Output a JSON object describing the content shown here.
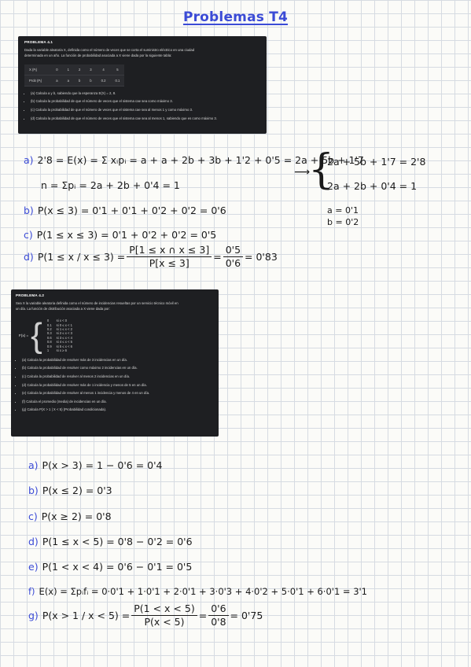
{
  "title": "Problemas T4",
  "p41": {
    "header": "PROBLEMA 4.1",
    "intro": [
      "Dada la variable aleatoria X, definida como el número de veces que se corta el suministro eléctrico en una ciudad",
      "determinada en un año. La función de probabilidad asociada a X viene dada por la siguiente tabla:"
    ],
    "table": {
      "row1": [
        "X (Pᵢ)",
        "0",
        "1",
        "2",
        "3",
        "4",
        "5"
      ],
      "row2": [
        "Prob (Pᵢ)",
        "a",
        "a",
        "b",
        "b",
        "0.2",
        "0.1"
      ]
    },
    "items": [
      "(a) Calcula a y b, sabiendo que la esperanza E(X) = 2, 8.",
      "(b) Calcula la probabilidad de que el número de veces que el sistema cae sea como máximo 3.",
      "(c) Calcula la probabilidad de que el número de veces que el sistema cae sea al menos 1 y como máximo 3.",
      "(d) Calcula la probabilidad de que el número de veces que el sistema cae sea al menos 1, sabiendo que es como máximo 3."
    ]
  },
  "sol41": {
    "a_label": "a)",
    "a_line1": "2'8 = E(x) = Σ xᵢpᵢ = a + a + 2b + 3b + 1'2 + 0'5 = 2a + 5b + 1'7",
    "a_line2": "n = Σpᵢ = 2a + 2b + 0'4 = 1",
    "arrow": "⟶",
    "sys1": "2a + 5b + 1'7 = 2'8",
    "sys2": "2a + 2b + 0'4 = 1",
    "res_a": "a = 0'1",
    "res_b": "b = 0'2",
    "b_label": "b)",
    "b_line": "P(x ≤ 3) = 0'1 + 0'1 + 0'2 + 0'2 = 0'6",
    "c_label": "c)",
    "c_line": "P(1 ≤ x ≤ 3) = 0'1 + 0'2 + 0'2 = 0'5",
    "d_label": "d)",
    "d_lhs": "P(1 ≤ x / x ≤ 3) =",
    "d_num": "P[1 ≤ x ∩ x ≤ 3]",
    "d_den": "P[x ≤ 3]",
    "d_eq": "=",
    "d_num2": "0'5",
    "d_den2": "0'6",
    "d_res": "= 0'83"
  },
  "p42": {
    "header": "PROBLEMA 4.2",
    "intro": [
      "Sea X la variable aleatoria definida como el número de incidencias resueltas por un servicio técnico móvil en",
      "un día. La función de distribución asociada a X viene dada por:"
    ],
    "lhs": "F(x) =",
    "cdf": [
      [
        "0",
        "si x < 0"
      ],
      [
        "0.1",
        "si 0 ≤ x < 1"
      ],
      [
        "0.2",
        "si 1 ≤ x < 2"
      ],
      [
        "0.3",
        "si 2 ≤ x < 3"
      ],
      [
        "0.6",
        "si 3 ≤ x < 4"
      ],
      [
        "0.8",
        "si 4 ≤ x < 5"
      ],
      [
        "0.9",
        "si 5 ≤ x < 6"
      ],
      [
        "1",
        "si x ≥ 6"
      ]
    ],
    "items": [
      "(a) Calcula la probabilidad de resolver más de 3 incidencias en un día.",
      "(b) Calcula la probabilidad de resolver como máximo 2 incidencias en un día.",
      "(c) Calcula la probabilidad de resolver al menos 2 incidencias en un día.",
      "(d) Calcula la probabilidad de resolver más de 1 incidencia y menos de 5 en un día.",
      "(e) Calcula la probabilidad de resolver al menos 1 incidencia y menos de 4 en un día.",
      "(f) Calcula el promedio (media) de incidencias en un día.",
      "(g) Calcula P(X > 1 | X < 5) (Probabilidad condicionada)."
    ]
  },
  "sol42": {
    "a_label": "a)",
    "a_line": "P(x > 3) = 1 − 0'6 = 0'4",
    "b_label": "b)",
    "b_line": "P(x ≤ 2) = 0'3",
    "c_label": "c)",
    "c_line": "P(x ≥ 2) = 0'8",
    "d_label": "d)",
    "d_line": "P(1 ≤ x < 5) = 0'8 − 0'2 = 0'6",
    "e_label": "e)",
    "e_line": "P(1 < x < 4) = 0'6 − 0'1 = 0'5",
    "f_label": "f)",
    "f_line": "E(x) = Σpᵢfᵢ = 0·0'1 + 1·0'1 + 2·0'1 + 3·0'3 + 4·0'2 + 5·0'1 + 6·0'1 = 3'1",
    "g_label": "g)",
    "g_lhs": "P(x > 1 / x < 5) =",
    "g_num": "P(1 < x < 5)",
    "g_den": "P(x < 5)",
    "g_eq": "=",
    "g_num2": "0'6",
    "g_den2": "0'8",
    "g_res": "= 0'75"
  }
}
